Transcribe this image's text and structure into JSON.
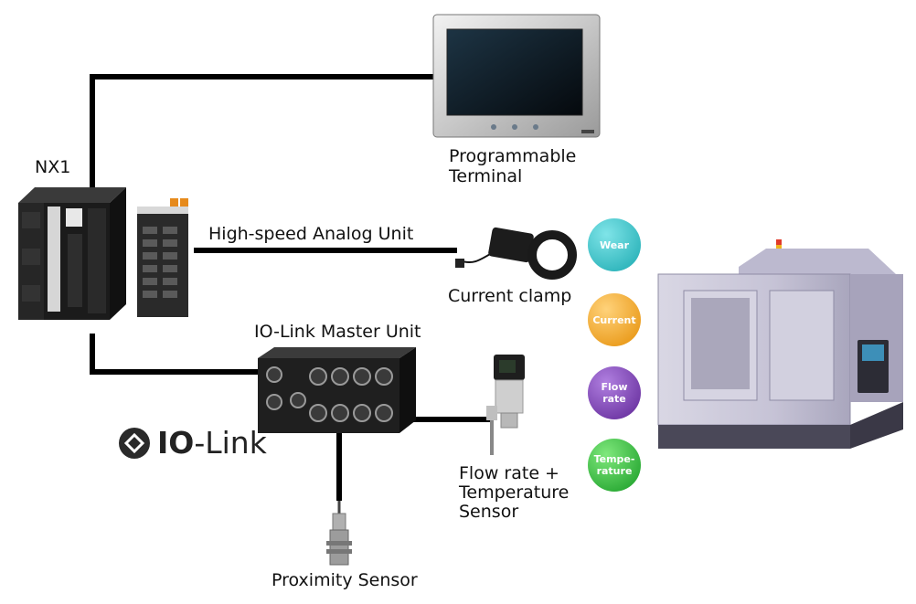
{
  "labels": {
    "nx1": "NX1",
    "terminal": [
      "Programmable",
      "Terminal"
    ],
    "analog_unit": "High-speed Analog Unit",
    "current_clamp": "Current clamp",
    "iolink_master": "IO-Link Master Unit",
    "flow_sensor": [
      "Flow rate +",
      "Temperature",
      "Sensor"
    ],
    "proximity": "Proximity Sensor"
  },
  "logo": {
    "text_bold": "IO",
    "text_rest": "-Link"
  },
  "badges": [
    {
      "lines": [
        "Wear"
      ],
      "color": "#2fc2c8"
    },
    {
      "lines": [
        "Current"
      ],
      "color": "#f5a21b"
    },
    {
      "lines": [
        "Flow",
        "rate"
      ],
      "color": "#7b3fb3"
    },
    {
      "lines": [
        "Tempe-",
        "rature"
      ],
      "color": "#2ab53a"
    }
  ],
  "colors": {
    "cable": "#000000",
    "label": "#111111"
  }
}
